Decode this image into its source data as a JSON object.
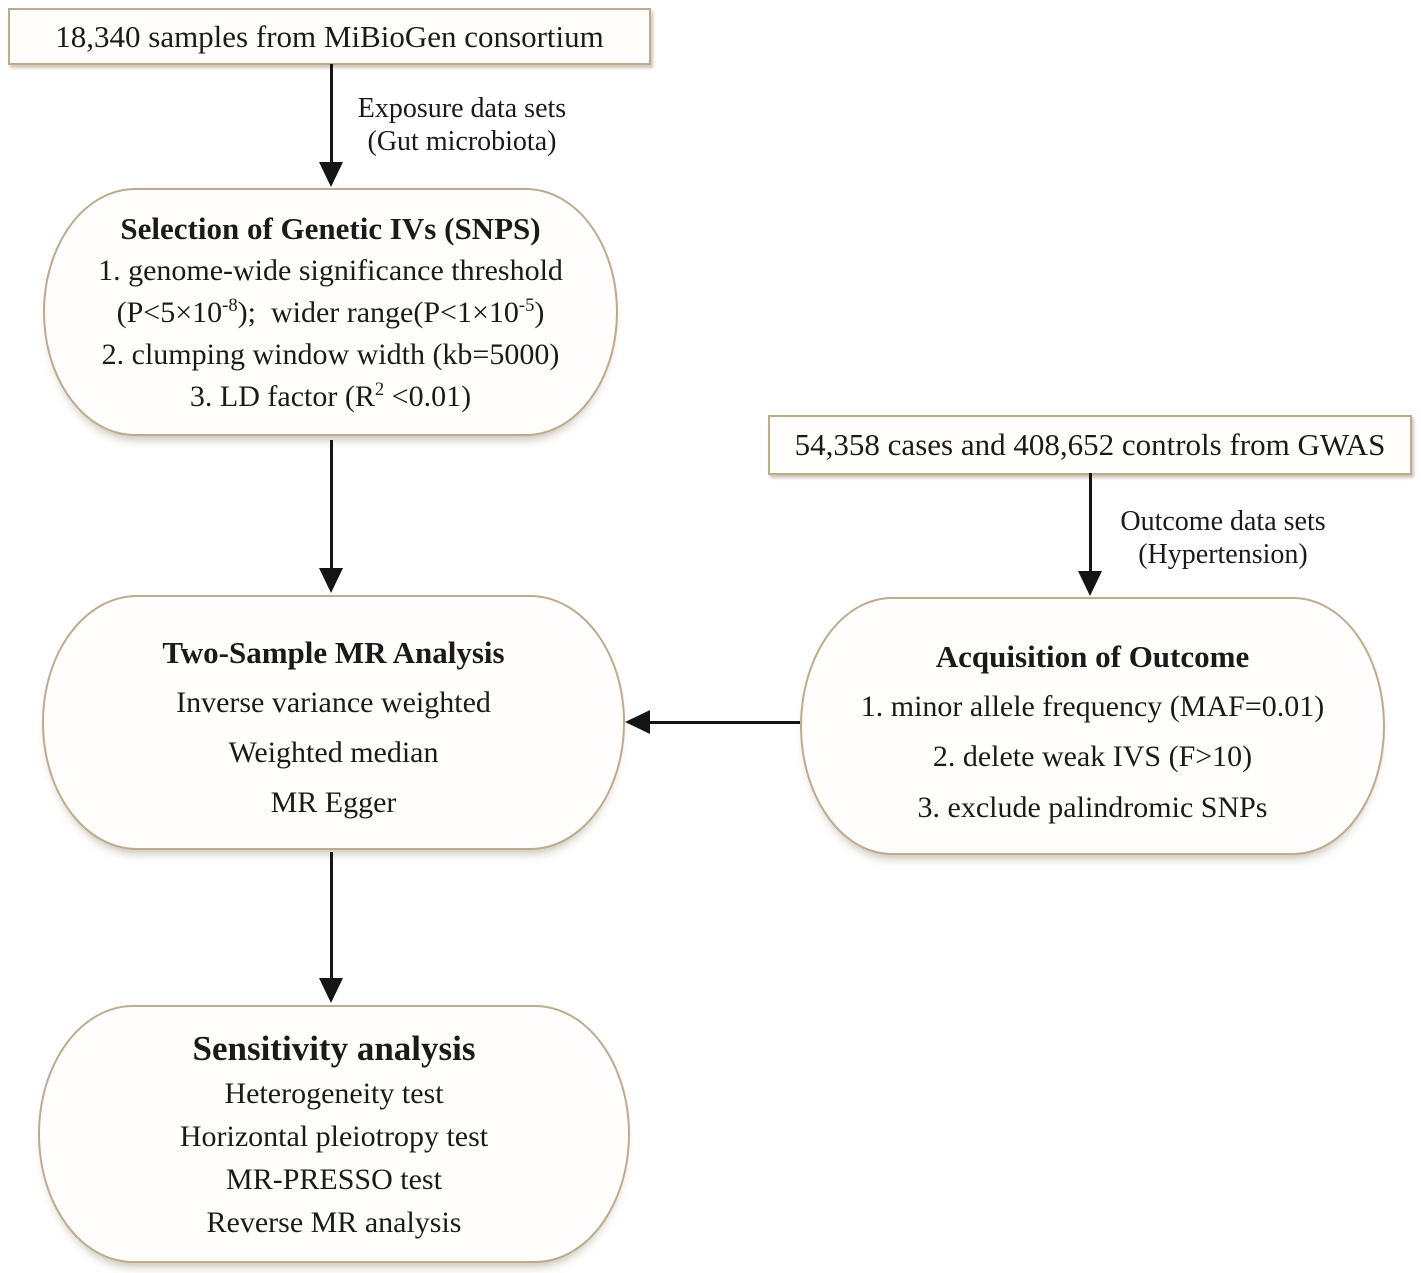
{
  "diagram": {
    "background": "#ffffff",
    "colors": {
      "box_border": "#bcab8e",
      "arrow": "#151515",
      "text": "#1a1a1a"
    },
    "mibiogen_box": {
      "text": "18,340 samples from MiBioGen consortium"
    },
    "exposure_label": {
      "line1": "Exposure data sets",
      "line2": "(Gut microbiota)"
    },
    "selection_box": {
      "title": "Selection of Genetic IVs (SNPS)",
      "item1": "1. genome-wide significance threshold",
      "item2_parts": [
        "(P<5×10",
        "-8",
        ");  wider range(P<1×10",
        "-5",
        ")"
      ],
      "item3": "2. clumping window width (kb=5000)",
      "item4_parts": [
        "3. LD factor (R",
        "2",
        " <0.01)"
      ]
    },
    "mr_box": {
      "title": "Two-Sample MR Analysis",
      "item1": "Inverse variance weighted",
      "item2": "Weighted median",
      "item3": "MR Egger"
    },
    "sensitivity_box": {
      "title": "Sensitivity analysis",
      "item1": "Heterogeneity test",
      "item2": "Horizontal pleiotropy test",
      "item3": "MR-PRESSO test",
      "item4": "Reverse MR analysis"
    },
    "gwas_box": {
      "text": "54,358 cases and 408,652 controls from GWAS"
    },
    "outcome_label": {
      "line1": "Outcome data sets",
      "line2": "(Hypertension)"
    },
    "acquisition_box": {
      "title": "Acquisition of Outcome",
      "item1": "1. minor allele frequency (MAF=0.01)",
      "item2": "2. delete weak IVS (F>10)",
      "item3": "3. exclude palindromic SNPs"
    }
  }
}
